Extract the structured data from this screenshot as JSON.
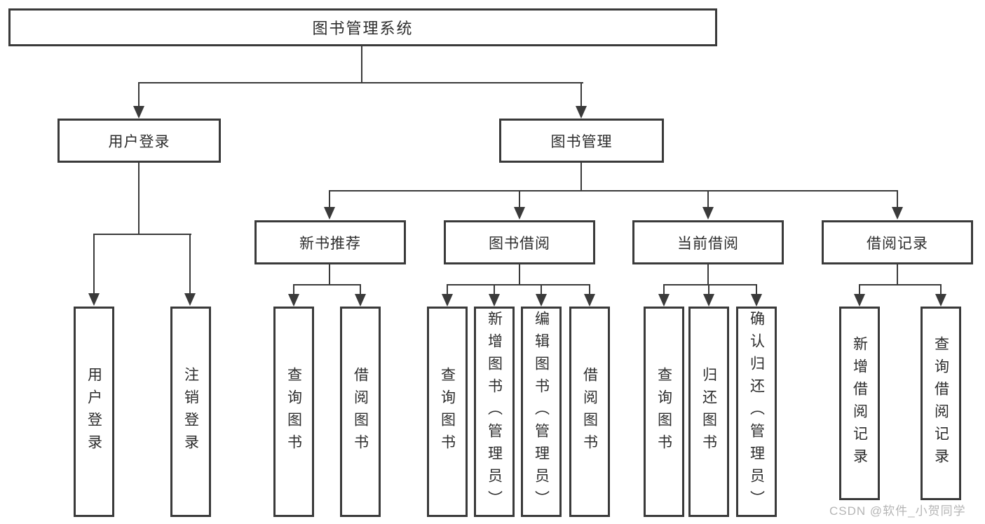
{
  "diagram_title": "图书管理系统",
  "root": {
    "label": "图书管理系统"
  },
  "level2": {
    "user_login": "用户登录",
    "book_mgmt": "图书管理"
  },
  "level3": {
    "new_books": "新书推荐",
    "book_borrow": "图书借阅",
    "current_borrow": "当前借阅",
    "borrow_records": "借阅记录"
  },
  "leaves": {
    "user_login": [
      "用户登录",
      "注销登录"
    ],
    "new_books": [
      "查询图书",
      "借阅图书"
    ],
    "book_borrow": [
      "查询图书",
      "新增图书（管理员）",
      "编辑图书（管理员）",
      "借阅图书"
    ],
    "current_borrow": [
      "查询图书",
      "归还图书",
      "确认归还（管理员）"
    ],
    "borrow_records": [
      "新增借阅记录",
      "查询借阅记录"
    ]
  },
  "watermark": "CSDN @软件_小贺同学",
  "colors": {
    "line": "#3a3a3a",
    "text": "#2d2d2d",
    "background": "#ffffff",
    "watermark": "#b5b5b5"
  }
}
